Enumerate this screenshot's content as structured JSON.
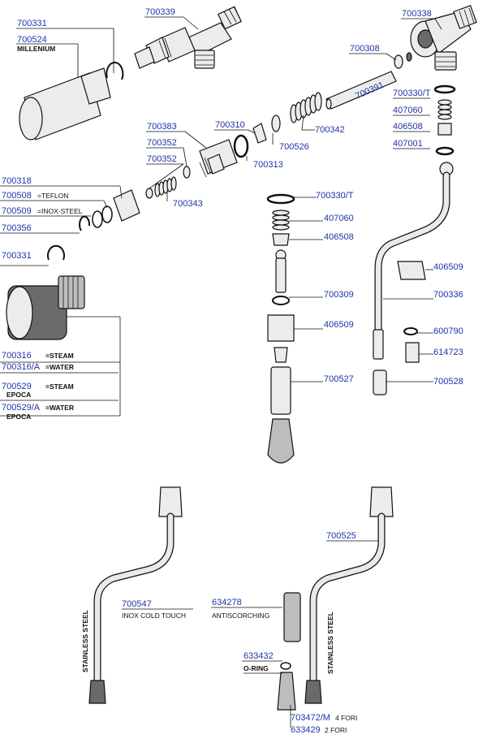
{
  "labels": {
    "p700339": "700339",
    "p700338": "700338",
    "p700331_top": "700331",
    "p700524": "700524",
    "millenium": "MILLENIUM",
    "p700308": "700308",
    "p700391": "700391",
    "p700330t_top": "700330/T",
    "p407060_top": "407060",
    "p406508_top": "406508",
    "p407001": "407001",
    "p700383": "700383",
    "p700310": "700310",
    "p700342": "700342",
    "p700352_a": "700352",
    "p700352_b": "700352",
    "p700526": "700526",
    "p700313": "700313",
    "p700318": "700318",
    "p700508": "700508",
    "teflon": "=TEFLON",
    "p700509": "700509",
    "inox_steel": "=INOX-STEEL",
    "p700343": "700343",
    "p700356": "700356",
    "p700330t_mid": "700330/T",
    "p407060_mid": "407060",
    "p406508_mid": "406508",
    "p406509_right": "406509",
    "p700331_mid": "700331",
    "p700336": "700336",
    "p700309": "700309",
    "p406509_mid": "406509",
    "p600790": "600790",
    "p614723": "614723",
    "p700316": "700316",
    "steam_a": "=STEAM",
    "p700316a": "700316/A",
    "water_a": "=WATER",
    "p700529": "700529",
    "steam_b": "=STEAM",
    "epoca_a": "EPOCA",
    "p700527": "700527",
    "p700528": "700528",
    "p700529a": "700529/A",
    "water_b": "=WATER",
    "epoca_b": "EPOCA",
    "p700525": "700525",
    "p700547": "700547",
    "inox_cold_touch": "INOX COLD TOUCH",
    "p634278": "634278",
    "antiscorching": "ANTISCORCHING",
    "stainless_left": "STAINLESS STEEL",
    "stainless_right": "STAINLESS STEEL",
    "p633432": "633432",
    "oring": "O-RING",
    "p703472m": "703472/M",
    "fori4": "4 FORI",
    "p633429": "633429",
    "fori2": "2 FORI"
  }
}
